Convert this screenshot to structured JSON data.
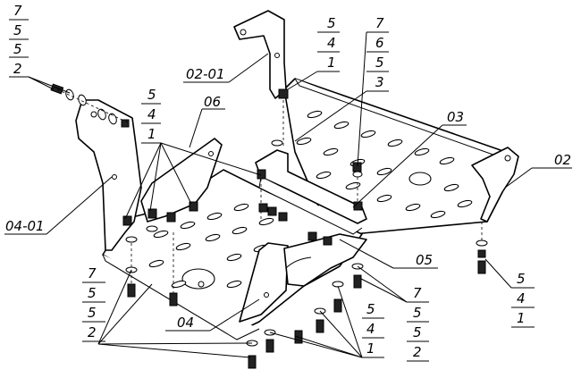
{
  "parts": {
    "p02": "02",
    "p02_01": "02-01",
    "p03": "03",
    "p04": "04",
    "p04_01": "04-01",
    "p05": "05",
    "p06": "06"
  },
  "stacks": {
    "top_left": [
      "7",
      "5",
      "5",
      "2"
    ],
    "top_mid": [
      "5",
      "4",
      "1"
    ],
    "top_right": [
      "7",
      "6",
      "5",
      "3"
    ],
    "mid_left": [
      "5",
      "4",
      "1"
    ],
    "bottom_left": [
      "7",
      "5",
      "5",
      "2"
    ],
    "bottom_mid": [
      "5",
      "4",
      "1"
    ],
    "bottom_right": [
      "7",
      "5",
      "5",
      "2"
    ],
    "right": [
      "5",
      "4",
      "1"
    ]
  }
}
